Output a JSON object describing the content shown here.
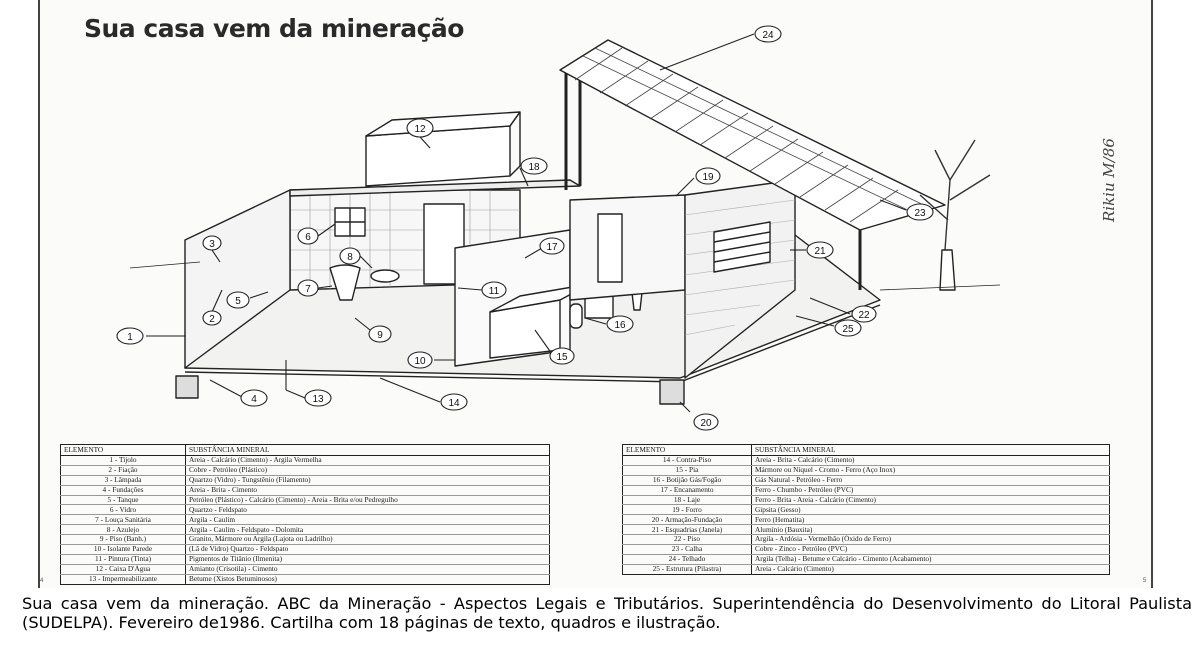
{
  "title": "Sua casa vem da mineração",
  "signature": "Rikiu M/86",
  "callouts": [
    "1",
    "2",
    "3",
    "4",
    "5",
    "6",
    "7",
    "8",
    "9",
    "10",
    "11",
    "12",
    "13",
    "14",
    "15",
    "16",
    "17",
    "18",
    "19",
    "20",
    "21",
    "22",
    "23",
    "24",
    "25"
  ],
  "table_left": {
    "headers": [
      "ELEMENTO",
      "SUBSTÂNCIA MINERAL"
    ],
    "rows": [
      [
        "1 - Tijolo",
        "Areia - Calcário (Cimento) - Argila Vermelha"
      ],
      [
        "2 - Fiação",
        "Cobre - Petróleo (Plástico)"
      ],
      [
        "3 - Lâmpada",
        "Quartzo (Vidro) - Tungstênio (Filamento)"
      ],
      [
        "4 - Fundações",
        "Areia - Brita - Cimento"
      ],
      [
        "5 - Tanque",
        "Petróleo (Plástico) - Calcário (Cimento) - Areia - Brita e/ou Pedregulho"
      ],
      [
        "6 - Vidro",
        "Quartzo - Feldspato"
      ],
      [
        "7 - Louça Sanitária",
        "Argila - Caulim"
      ],
      [
        "8 - Azulejo",
        "Argila - Caulim - Feldspato - Dolomita"
      ],
      [
        "9 - Piso (Banh.)",
        "Granito, Mármore ou Argila (Lajota ou Ladrilho)"
      ],
      [
        "10 - Isolante Parede",
        "(Lã de Vidro) Quartzo - Feldspato"
      ],
      [
        "11 - Pintura (Tinta)",
        "Pigmentos de Titânio (Ilmenita)"
      ],
      [
        "12 - Caixa D'Água",
        "Amianto (Crisotila) - Cimento"
      ],
      [
        "13 - Impermeabilizante",
        "Betume (Xistos Betuminosos)"
      ]
    ]
  },
  "table_right": {
    "headers": [
      "ELEMENTO",
      "SUBSTÂNCIA MINERAL"
    ],
    "rows": [
      [
        "14 - Contra-Piso",
        "Areia - Brita - Calcário (Cimento)"
      ],
      [
        "15 - Pia",
        "Mármore ou Níquel - Cromo - Ferro (Aço Inox)"
      ],
      [
        "16 - Botijão Gás/Fogão",
        "Gás Natural - Petróleo - Ferro"
      ],
      [
        "17 - Encanamento",
        "Ferro - Chumbo - Petróleo (PVC)"
      ],
      [
        "18 - Laje",
        "Ferro - Brita - Areia - Calcário (Cimento)"
      ],
      [
        "19 - Forro",
        "Gipsita (Gesso)"
      ],
      [
        "20 - Armação-Fundação",
        "Ferro (Hematita)"
      ],
      [
        "21 - Esquadrias (Janela)",
        "Alumínio (Bauxita)"
      ],
      [
        "22 - Piso",
        "Argila - Ardósia - Vermelhão (Óxido de Ferro)"
      ],
      [
        "23 - Calha",
        "Cobre - Zinco - Petróleo (PVC)"
      ],
      [
        "24 - Telhado",
        "Argila (Telha) - Betume e Calcário - Cimento (Acabamento)"
      ],
      [
        "25 - Estrutura (Pilastra)",
        "Areia - Calcário (Cimento)"
      ]
    ]
  },
  "page_numbers": [
    "4",
    "5"
  ],
  "caption": "Sua casa vem da mineração. ABC da Mineração - Aspectos Legais e Tributários. Superintendência do Desenvolvimento do Litoral Paulista (SUDELPA). Fevereiro de1986. Cartilha com 18 páginas de texto, quadros e ilustração."
}
